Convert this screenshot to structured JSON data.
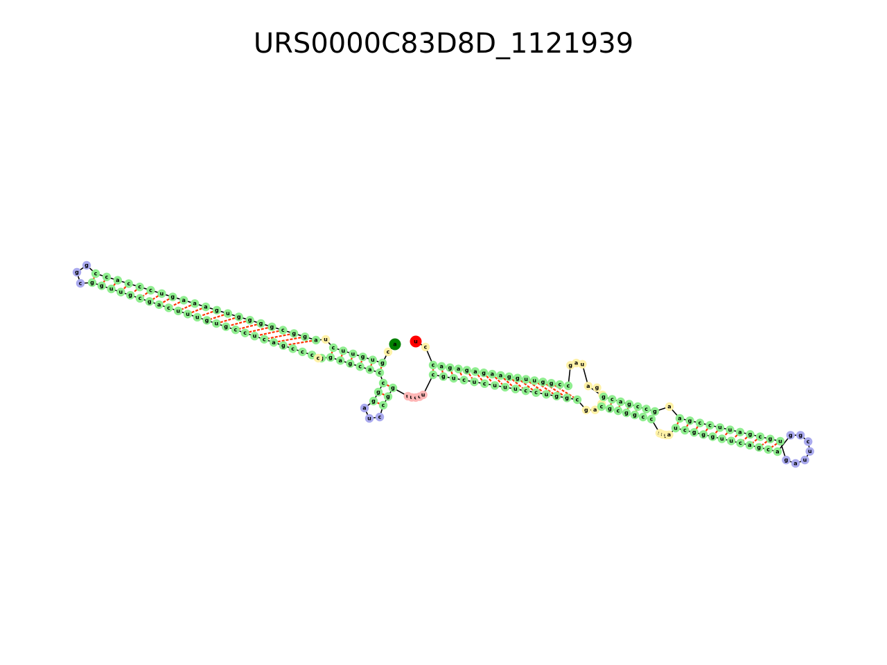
{
  "title": "URS0000C83D8D_1121939",
  "colors": {
    "stem": "#90ee90",
    "hairpin": "#aaaaee",
    "interior": "#fff2a8",
    "multiloop": "#ffb6b6",
    "five_prime": "#008000",
    "three_prime": "#ff0000",
    "backbone": "#000000",
    "pair": "#ff3300"
  },
  "structure": {
    "five_prime_label": "a",
    "three_prime_label": "u",
    "hairpin_1": [
      "g",
      "g",
      "c"
    ],
    "stem_1_outer": [
      "c",
      "c",
      "a",
      "c",
      "c",
      "c",
      "u",
      "g",
      "a",
      "a",
      "a",
      "g",
      "u",
      "g",
      "g",
      "g",
      "g",
      "c",
      "g",
      "g",
      "a"
    ],
    "stem_1_inner": [
      "g",
      "g",
      "u",
      "u",
      "g",
      "c",
      "g",
      "a",
      "c",
      "u",
      "u",
      "u",
      "g",
      "u",
      "g",
      "c",
      "c",
      "u",
      "c",
      "a",
      "g",
      "c",
      "c",
      "c",
      "g"
    ],
    "stem_2_outer": [
      "c",
      "u",
      "u",
      "g",
      "u",
      "g"
    ],
    "stem_2_inner": [
      "g",
      "a",
      "g",
      "c",
      "a",
      "c"
    ],
    "hairpin_2": [
      "a",
      "u",
      "c"
    ],
    "multiloop": [
      "u",
      "u",
      "c",
      "c",
      "u"
    ],
    "stem_3_top": [
      "c",
      "a",
      "g",
      "a",
      "g",
      "a",
      "g",
      "a",
      "a",
      "g",
      "g",
      "u",
      "u",
      "g",
      "g",
      "c",
      "c"
    ],
    "stem_3_bottom": [
      "c",
      "g",
      "u",
      "c",
      "u",
      "c",
      "u",
      "u",
      "u",
      "c",
      "c",
      "u",
      "g",
      "g",
      "c"
    ],
    "interior_top": [
      "g",
      "a",
      "u"
    ],
    "stem_4_top": [
      "g",
      "c",
      "a",
      "g",
      "c",
      "c",
      "g"
    ],
    "stem_4_bottom": [
      "c",
      "g",
      "c",
      "g",
      "g",
      "c",
      "c"
    ],
    "interior_2": [
      "a",
      "a",
      "g",
      "a"
    ],
    "stem_5_top": [
      "a",
      "g",
      "c",
      "c",
      "u",
      "u",
      "a",
      "g",
      "c",
      "g",
      "u"
    ],
    "stem_5_bottom": [
      "u",
      "c",
      "g",
      "g",
      "g",
      "u",
      "u",
      "c",
      "a",
      "g",
      "c",
      "a"
    ],
    "hairpin_3": [
      "g",
      "g",
      "c",
      "u",
      "u",
      "a",
      "g"
    ]
  }
}
